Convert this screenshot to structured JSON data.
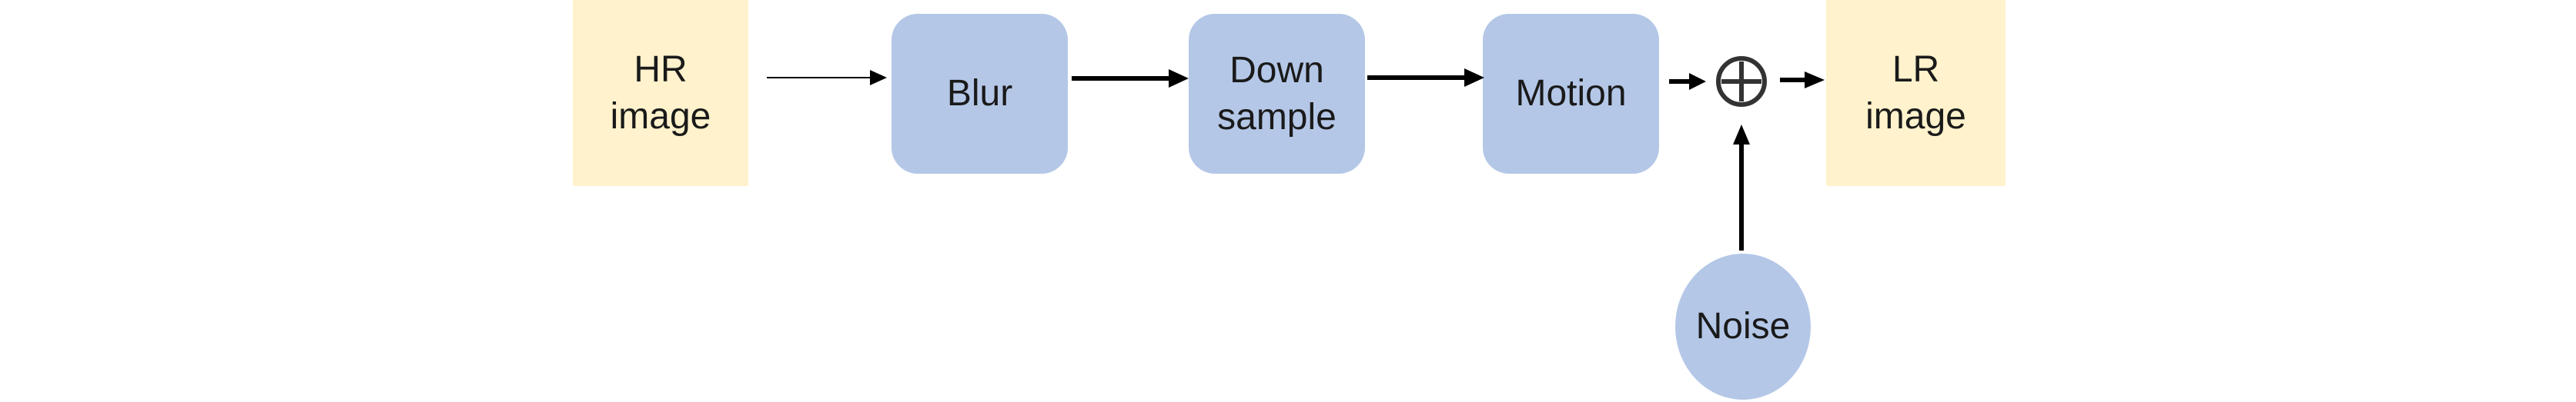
{
  "nodes": {
    "hr_image": "HR\nimage",
    "blur": "Blur",
    "downsample": "Down\nsample",
    "motion": "Motion",
    "lr_image": "LR\nimage",
    "noise": "Noise"
  },
  "icons": {
    "sum": "circled-plus-icon"
  },
  "colors": {
    "io_fill": "#fff2cc",
    "process_fill": "#b4c7e7",
    "arrow": "#000000",
    "sum_stroke": "#333333"
  }
}
